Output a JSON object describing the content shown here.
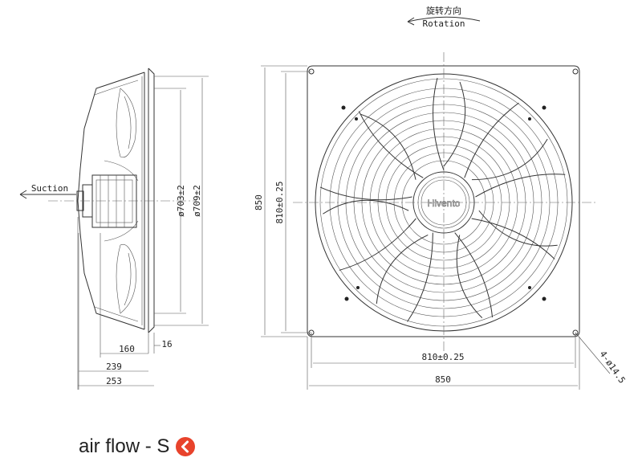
{
  "rotation": {
    "label_cn": "旋转方向",
    "label_en": "Rotation"
  },
  "side_view": {
    "suction_label": "Suction",
    "dim_inner_diameter": "ø703±2",
    "dim_outer_diameter": "ø709±2",
    "dim_160": "160",
    "dim_16": "16",
    "dim_239": "239",
    "dim_253": "253"
  },
  "front_view": {
    "dim_height_outer": "850",
    "dim_height_holes": "810±0.25",
    "dim_width_holes": "810±0.25",
    "dim_width_outer": "850",
    "dim_holes": "4-ø14.5",
    "brand": "Hivento"
  },
  "airflow": {
    "label": "air flow - S",
    "icon": "arrow-left-circle-icon",
    "color": "#e8432c"
  }
}
